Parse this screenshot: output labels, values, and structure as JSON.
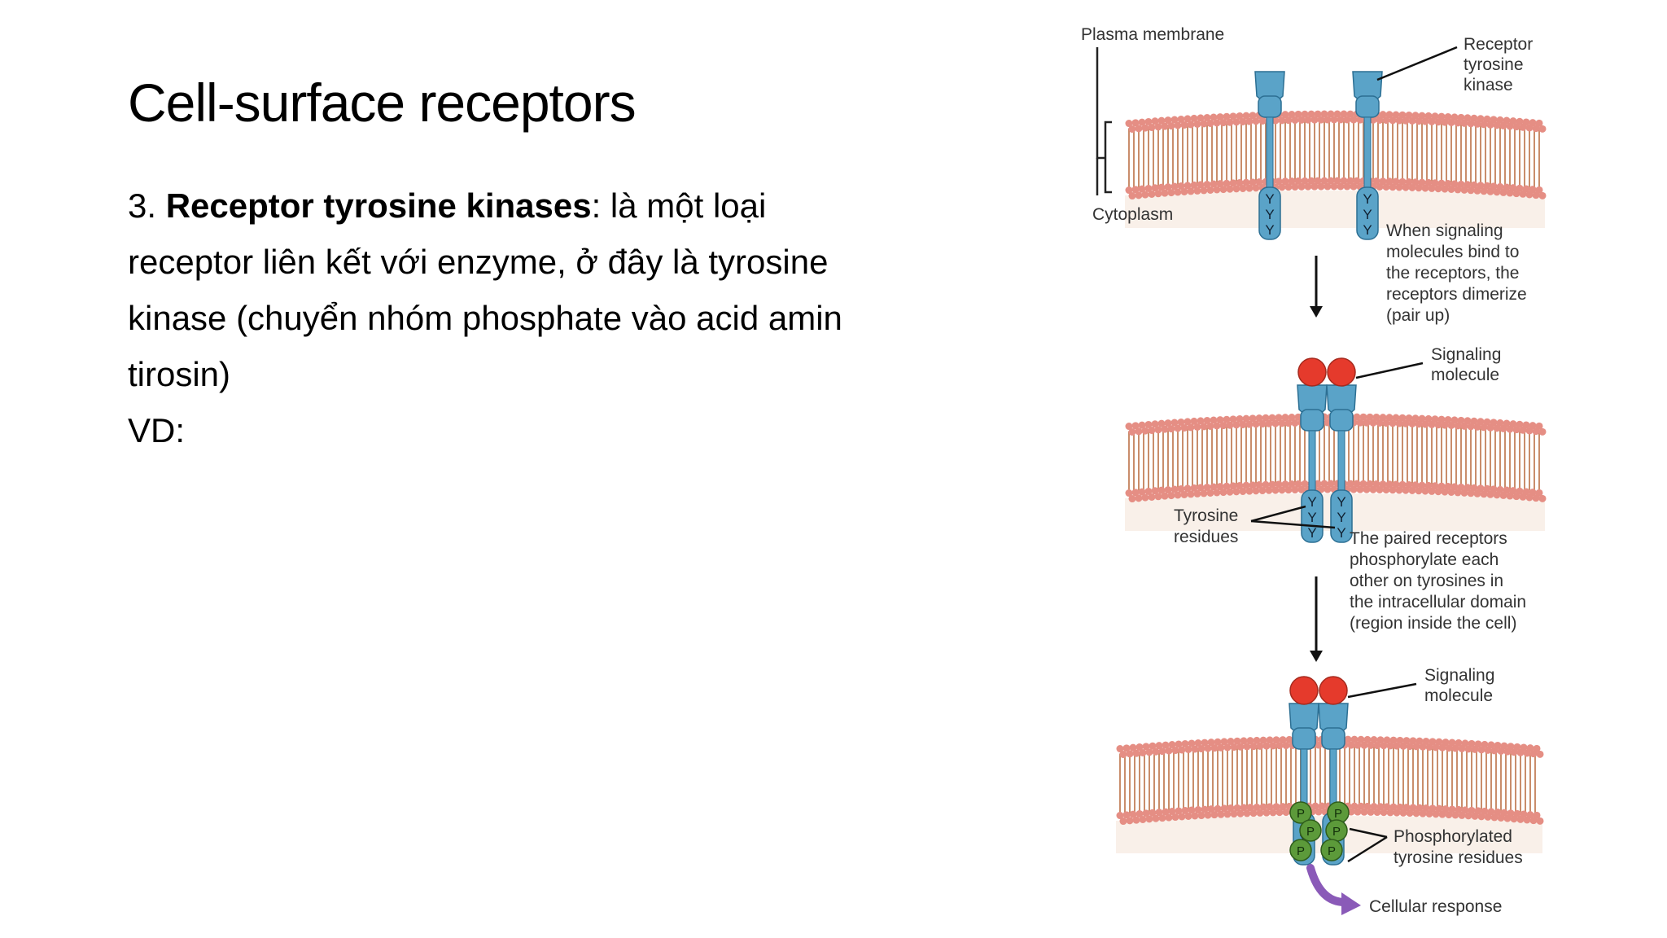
{
  "slide": {
    "title": "Cell-surface receptors",
    "item_number": "3.",
    "term": "Receptor tyrosine kinases",
    "line1_rest": ": là một loại",
    "line2": "receptor liên kết với enzyme, ở đây là tyrosine",
    "line3": "kinase (chuyển nhóm phosphate vào acid amin",
    "line4": "tirosin)",
    "example_label": "VD:"
  },
  "diagram": {
    "labels": {
      "plasma_membrane": "Plasma membrane",
      "receptor_tyrosine_kinase": [
        "Receptor",
        "tyrosine",
        "kinase"
      ],
      "cytoplasm": "Cytoplasm",
      "step1_caption": [
        "When signaling",
        "molecules bind to",
        "the receptors, the",
        "receptors dimerize",
        "(pair up)"
      ],
      "signaling_molecule_1": [
        "Signaling",
        "molecule"
      ],
      "tyrosine_residues": [
        "Tyrosine",
        "residues"
      ],
      "step2_caption": [
        "The paired receptors",
        "phosphorylate each",
        "other on tyrosines in",
        "the intracellular domain",
        "(region inside the cell)"
      ],
      "signaling_molecule_2": [
        "Signaling",
        "molecule"
      ],
      "phosphorylated_residues": [
        "Phosphorylated",
        "tyrosine residues"
      ],
      "cellular_response": "Cellular response",
      "tyrosine_symbol": "Y",
      "phosphate_symbol": "P"
    },
    "colors": {
      "membrane_head": "#e58e84",
      "membrane_tail": "#b8683a",
      "receptor": "#5aa3c8",
      "receptor_dark": "#2c6f93",
      "signal": "#e53a2c",
      "phosphate": "#5c9a3a",
      "response_arrow": "#8a5ab8"
    }
  }
}
